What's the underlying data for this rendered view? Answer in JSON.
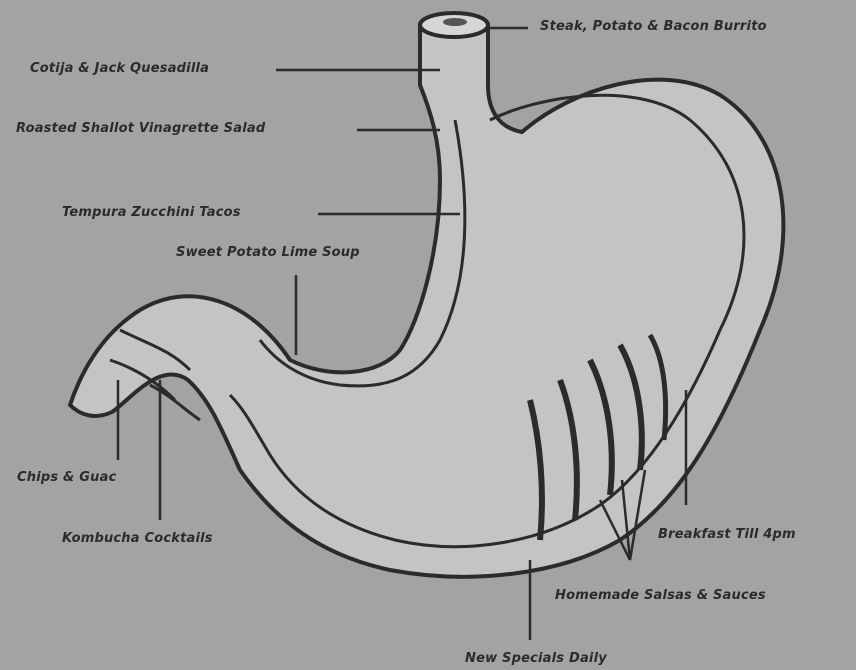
{
  "colors": {
    "background": "#a3a3a3",
    "ink": "#2b2b2b",
    "fill": "#c4c4c4"
  },
  "labels": {
    "burrito": "Steak, Potato & Bacon Burrito",
    "quesadilla": "Cotija & Jack Quesadilla",
    "salad": "Roasted Shallot Vinagrette Salad",
    "tacos": "Tempura Zucchini Tacos",
    "soup": "Sweet Potato Lime Soup",
    "chips": "Chips & Guac",
    "kombucha": "Kombucha Cocktails",
    "breakfast": "Breakfast Till 4pm",
    "salsas": "Homemade Salsas & Sauces",
    "specials": "New Specials Daily"
  }
}
